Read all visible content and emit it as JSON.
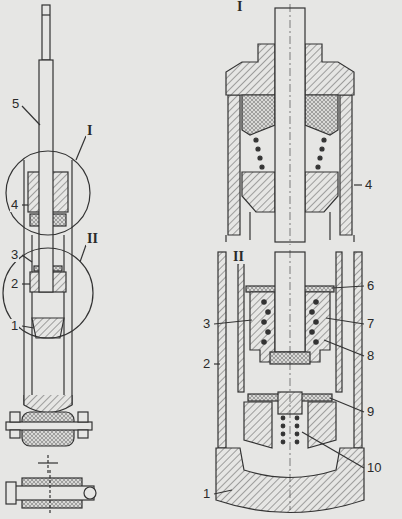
{
  "diagram": {
    "labels": [
      "5",
      "I",
      "4",
      "II",
      "3",
      "2",
      "1",
      "I",
      "4",
      "II",
      "6",
      "3",
      "7",
      "2",
      "8",
      "9",
      "10",
      "1"
    ]
  }
}
